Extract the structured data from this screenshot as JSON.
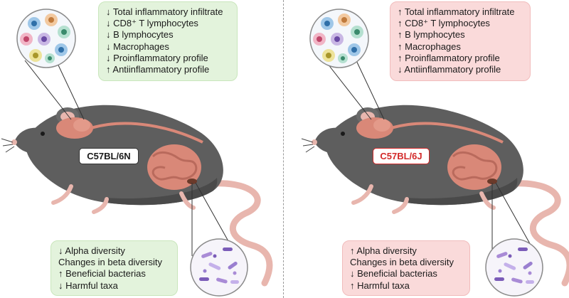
{
  "left_panel": {
    "strain_label": "C57BL/6N",
    "strain_color": "#1a1a1a",
    "immune_lines": [
      "↓ Total inflammatory infiltrate",
      "↓ CD8⁺ T lymphocytes",
      "↓ B lymphocytes",
      "↓ Macrophages",
      "↓ Proinflammatory profile",
      "↑ Antiinflammatory profile"
    ],
    "microbiota_lines": [
      "↓ Alpha diversity",
      "Changes in beta diversity",
      "↑ Beneficial bacterias",
      "↓ Harmful taxa"
    ],
    "box_color": "#e3f3dc"
  },
  "right_panel": {
    "strain_label": "C57BL/6J",
    "strain_color": "#d32a2a",
    "immune_lines": [
      "↑ Total inflammatory infiltrate",
      "↑ CD8⁺ T lymphocytes",
      "↑ B lymphocytes",
      "↑ Macrophages",
      "↑ Proinflammatory profile",
      "↓ Antiinflammatory profile"
    ],
    "microbiota_lines": [
      "↑ Alpha diversity",
      "Changes in beta diversity",
      "↓ Beneficial bacterias",
      "↑ Harmful taxa"
    ],
    "box_color": "#fadada"
  },
  "colors": {
    "mouse_body": "#5e5e5e",
    "mouse_shadow": "#4a4a4a",
    "skin": "#e8b6ae",
    "organ": "#d98878",
    "divider": "#9a9a9a"
  }
}
